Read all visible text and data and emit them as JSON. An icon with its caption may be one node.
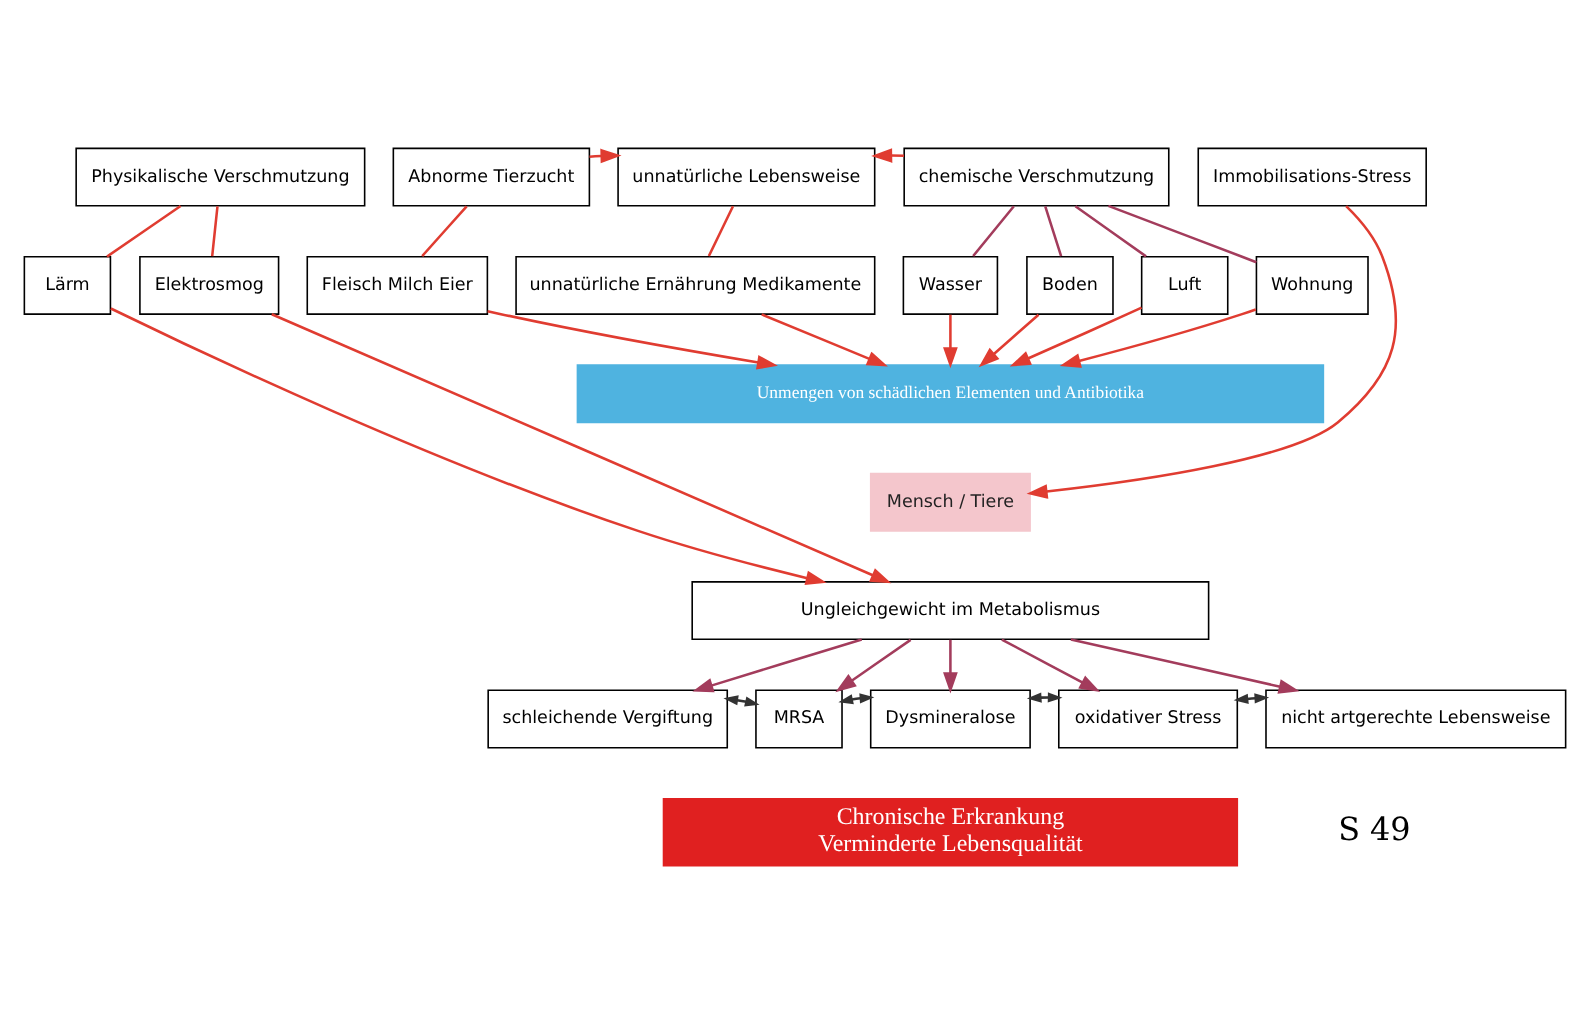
{
  "diagram": {
    "nodes": [
      {
        "text": [
          "Physikalische Verschmutzung"
        ]
      },
      {
        "text": [
          "Abnorme Tierzucht"
        ]
      },
      {
        "text": [
          "unnatürliche Lebensweise"
        ]
      },
      {
        "text": [
          "chemische Verschmutzung"
        ]
      },
      {
        "text": [
          "Immobilisations-Stress"
        ]
      },
      {
        "text": [
          "Lärm"
        ]
      },
      {
        "text": [
          "Elektrosmog"
        ]
      },
      {
        "text": [
          "Fleisch Milch Eier"
        ]
      },
      {
        "text": [
          "unnatürliche Ernährung Medikamente"
        ]
      },
      {
        "text": [
          "Wasser"
        ]
      },
      {
        "text": [
          "Boden"
        ]
      },
      {
        "text": [
          "Luft"
        ]
      },
      {
        "text": [
          "Wohnung"
        ]
      },
      {
        "text": [
          "Unmengen von schädlichen Elementen und Antibiotika"
        ]
      },
      {
        "text": [
          "Mensch / Tiere"
        ]
      },
      {
        "text": [
          "Ungleichgewicht im Metabolismus"
        ]
      },
      {
        "text": [
          "schleichende Vergiftung"
        ]
      },
      {
        "text": [
          "MRSA"
        ]
      },
      {
        "text": [
          "Dysmineralose"
        ]
      },
      {
        "text": [
          "oxidativer Stress"
        ]
      },
      {
        "text": [
          "nicht artgerechte Lebensweise"
        ]
      },
      {
        "text": [
          "Chronische Erkrankung",
          "Verminderte Lebensqualität"
        ]
      }
    ],
    "edges": [
      {
        "from": 0,
        "to": 5,
        "arrow": "none"
      },
      {
        "from": 0,
        "to": 6,
        "arrow": "none"
      },
      {
        "from": 1,
        "to": 2,
        "arrow": "to"
      },
      {
        "from": 3,
        "to": 2,
        "arrow": "to"
      },
      {
        "from": 1,
        "to": 7,
        "arrow": "none"
      },
      {
        "from": 2,
        "to": 8,
        "arrow": "none"
      },
      {
        "from": 3,
        "to": 9,
        "arrow": "none",
        "color": "#a33c5c"
      },
      {
        "from": 3,
        "to": 10,
        "arrow": "none",
        "color": "#a33c5c"
      },
      {
        "from": 3,
        "to": 11,
        "arrow": "none",
        "color": "#a33c5c"
      },
      {
        "from": 3,
        "to": 12,
        "arrow": "none",
        "color": "#a33c5c"
      },
      {
        "from": 7,
        "to": 13,
        "arrow": "to"
      },
      {
        "from": 8,
        "to": 13,
        "arrow": "to"
      },
      {
        "from": 9,
        "to": 13,
        "arrow": "to"
      },
      {
        "from": 10,
        "to": 13,
        "arrow": "to"
      },
      {
        "from": 11,
        "to": 13,
        "arrow": "to"
      },
      {
        "from": 12,
        "to": 13,
        "arrow": "to"
      },
      {
        "from": 4,
        "to": 14,
        "arrow": "to"
      },
      {
        "from": 6,
        "to": 15,
        "arrow": "to"
      },
      {
        "from": 5,
        "to": 15,
        "arrow": "to"
      },
      {
        "from": 15,
        "to": 16,
        "arrow": "to",
        "color": "#a33c5c"
      },
      {
        "from": 15,
        "to": 17,
        "arrow": "to",
        "color": "#a33c5c"
      },
      {
        "from": 15,
        "to": 18,
        "arrow": "to",
        "color": "#a33c5c"
      },
      {
        "from": 15,
        "to": 19,
        "arrow": "to",
        "color": "#a33c5c"
      },
      {
        "from": 15,
        "to": 20,
        "arrow": "to",
        "color": "#a33c5c"
      },
      {
        "from": 16,
        "to": 17,
        "arrow": "both",
        "color": "#333333"
      },
      {
        "from": 17,
        "to": 18,
        "arrow": "both",
        "color": "#333333"
      },
      {
        "from": 18,
        "to": 19,
        "arrow": "both",
        "color": "#333333"
      },
      {
        "from": 19,
        "to": 20,
        "arrow": "both",
        "color": "#333333"
      }
    ],
    "labels": [
      "S 49"
    ]
  }
}
